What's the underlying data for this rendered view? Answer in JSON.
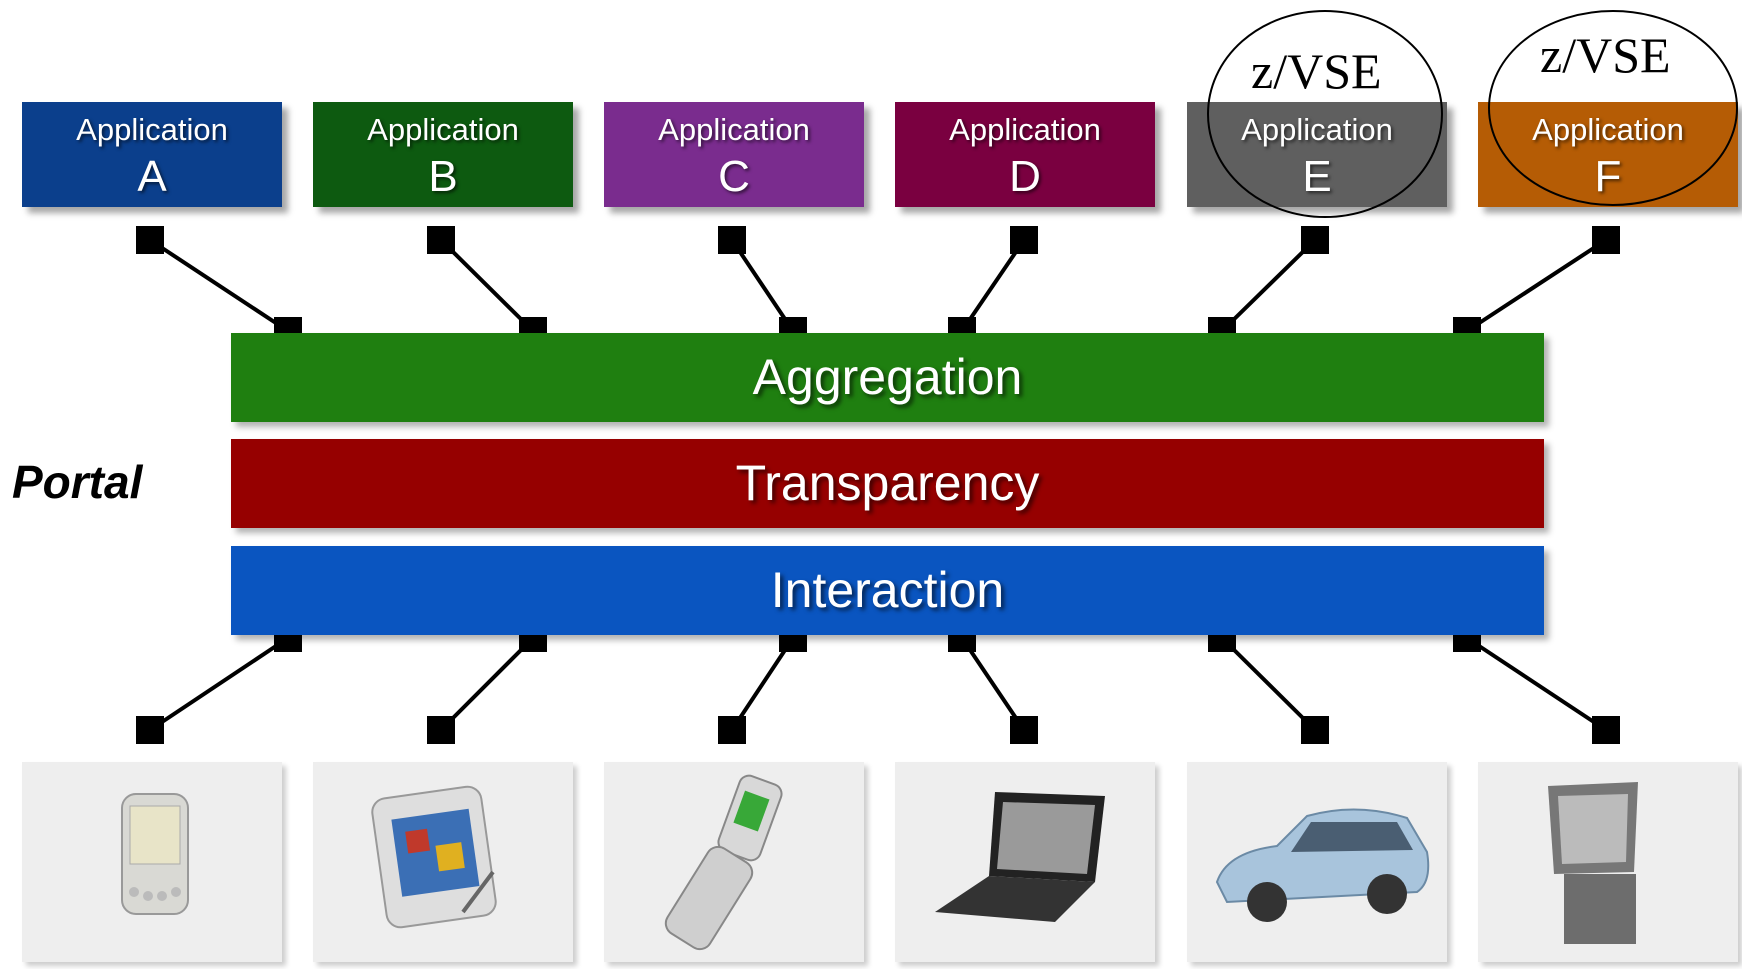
{
  "applications": [
    {
      "title": "Application",
      "letter": "A",
      "color": "#0b3f8c"
    },
    {
      "title": "Application",
      "letter": "B",
      "color": "#0d5a10"
    },
    {
      "title": "Application",
      "letter": "C",
      "color": "#7a2c8e"
    },
    {
      "title": "Application",
      "letter": "D",
      "color": "#7a0040"
    },
    {
      "title": "Application",
      "letter": "E",
      "color": "#5f5f5f"
    },
    {
      "title": "Application",
      "letter": "F",
      "color": "#b55c05"
    }
  ],
  "annotations": {
    "zvse_e": "z/VSE",
    "zvse_f": "z/VSE"
  },
  "layers": {
    "aggregation": {
      "label": "Aggregation",
      "color": "#1f7f10"
    },
    "transparency": {
      "label": "Transparency",
      "color": "#960000"
    },
    "interaction": {
      "label": "Interaction",
      "color": "#0a55c0"
    }
  },
  "side_label": "Portal",
  "devices": [
    {
      "icon": "pda-icon"
    },
    {
      "icon": "tablet-icon"
    },
    {
      "icon": "flip-phone-icon"
    },
    {
      "icon": "laptop-icon"
    },
    {
      "icon": "car-icon"
    },
    {
      "icon": "kiosk-icon"
    }
  ]
}
